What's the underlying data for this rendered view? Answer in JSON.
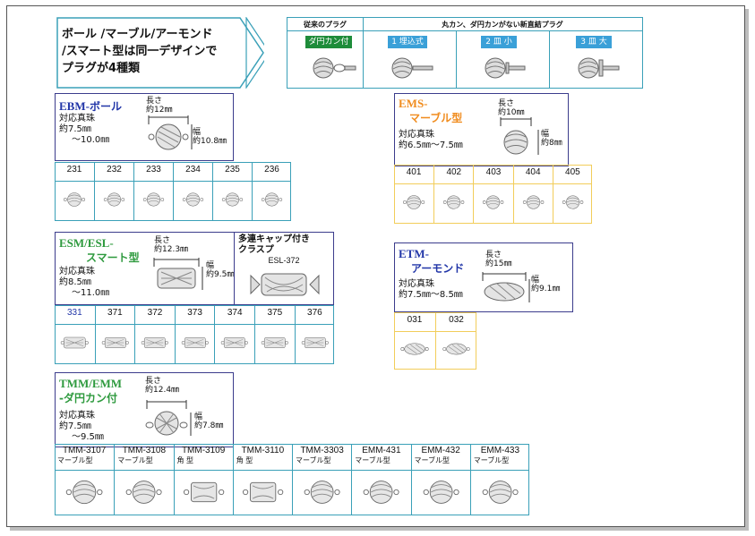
{
  "header": {
    "intro_lines": [
      "ボール /マーブル/アーモンド",
      "/スマート型は同一デザインで",
      "プラグが4種類"
    ],
    "col1_title": "従来のプラグ",
    "col2_title": "丸カン、ダ円カンがない新直結プラグ",
    "plugs": [
      {
        "label": "ダ円カン付",
        "color": "#1e8c3a"
      },
      {
        "label": "1 埋込式",
        "color": "#3aa0d8"
      },
      {
        "label": "2 皿 小",
        "color": "#3aa0d8"
      },
      {
        "label": "3 皿 大",
        "color": "#3aa0d8"
      }
    ]
  },
  "ebm": {
    "title_en": "EBM-",
    "title_ja": "ボール",
    "pearl_label": "対応真珠",
    "pearl_range": [
      "約7.5㎜",
      "～10.0㎜"
    ],
    "length_label": "長さ",
    "length_value": "約12㎜",
    "width_label": "幅",
    "width_value": "約10.8㎜",
    "codes": [
      "231",
      "232",
      "233",
      "234",
      "235",
      "236"
    ]
  },
  "ems": {
    "title_en": "EMS-",
    "title_ja": "マーブル型",
    "pearl_label": "対応真珠",
    "pearl_range": [
      "約6.5㎜～7.5㎜"
    ],
    "length_label": "長さ",
    "length_value": "約10㎜",
    "width_label": "幅",
    "width_value": "約8㎜",
    "codes": [
      "401",
      "402",
      "403",
      "404",
      "405"
    ]
  },
  "esm": {
    "title_en": "ESM/ESL-",
    "title_ja": "スマート型",
    "pearl_label": "対応真珠",
    "pearl_range": [
      "約8.5㎜",
      "～11.0㎜"
    ],
    "length_label": "長さ",
    "length_value": "約12.3㎜",
    "width_label": "幅",
    "width_value": "約9.5㎜",
    "codes": [
      "331",
      "371",
      "372",
      "373",
      "374",
      "375",
      "376"
    ]
  },
  "clasp": {
    "title_lines": [
      "多連キャップ付き",
      "クラスプ"
    ],
    "code": "ESL-372"
  },
  "etm": {
    "title_en": "ETM-",
    "title_ja": "アーモンド",
    "pearl_label": "対応真珠",
    "pearl_range": [
      "約7.5㎜～8.5㎜"
    ],
    "length_label": "長さ",
    "length_value": "約15㎜",
    "width_label": "幅",
    "width_value": "約9.1㎜",
    "codes": [
      "031",
      "032"
    ]
  },
  "tmm": {
    "title_en": "TMM/EMM",
    "title_ja": "-ダ円カン付",
    "pearl_label": "対応真珠",
    "pearl_range": [
      "約7.5㎜",
      "～9.5㎜"
    ],
    "length_label": "長さ",
    "length_value": "約12.4㎜",
    "width_label": "幅",
    "width_value": "約7.8㎜",
    "items": [
      {
        "code": "TMM-3107",
        "type": "マーブル型"
      },
      {
        "code": "TMM-3108",
        "type": "マーブル型"
      },
      {
        "code": "TMM-3109",
        "type": "角 型"
      },
      {
        "code": "TMM-3110",
        "type": "角 型"
      },
      {
        "code": "TMM-3303",
        "type": "マーブル型"
      },
      {
        "code": "EMM-431",
        "type": "マーブル型"
      },
      {
        "code": "EMM-432",
        "type": "マーブル型"
      },
      {
        "code": "EMM-433",
        "type": "マーブル型"
      }
    ]
  }
}
